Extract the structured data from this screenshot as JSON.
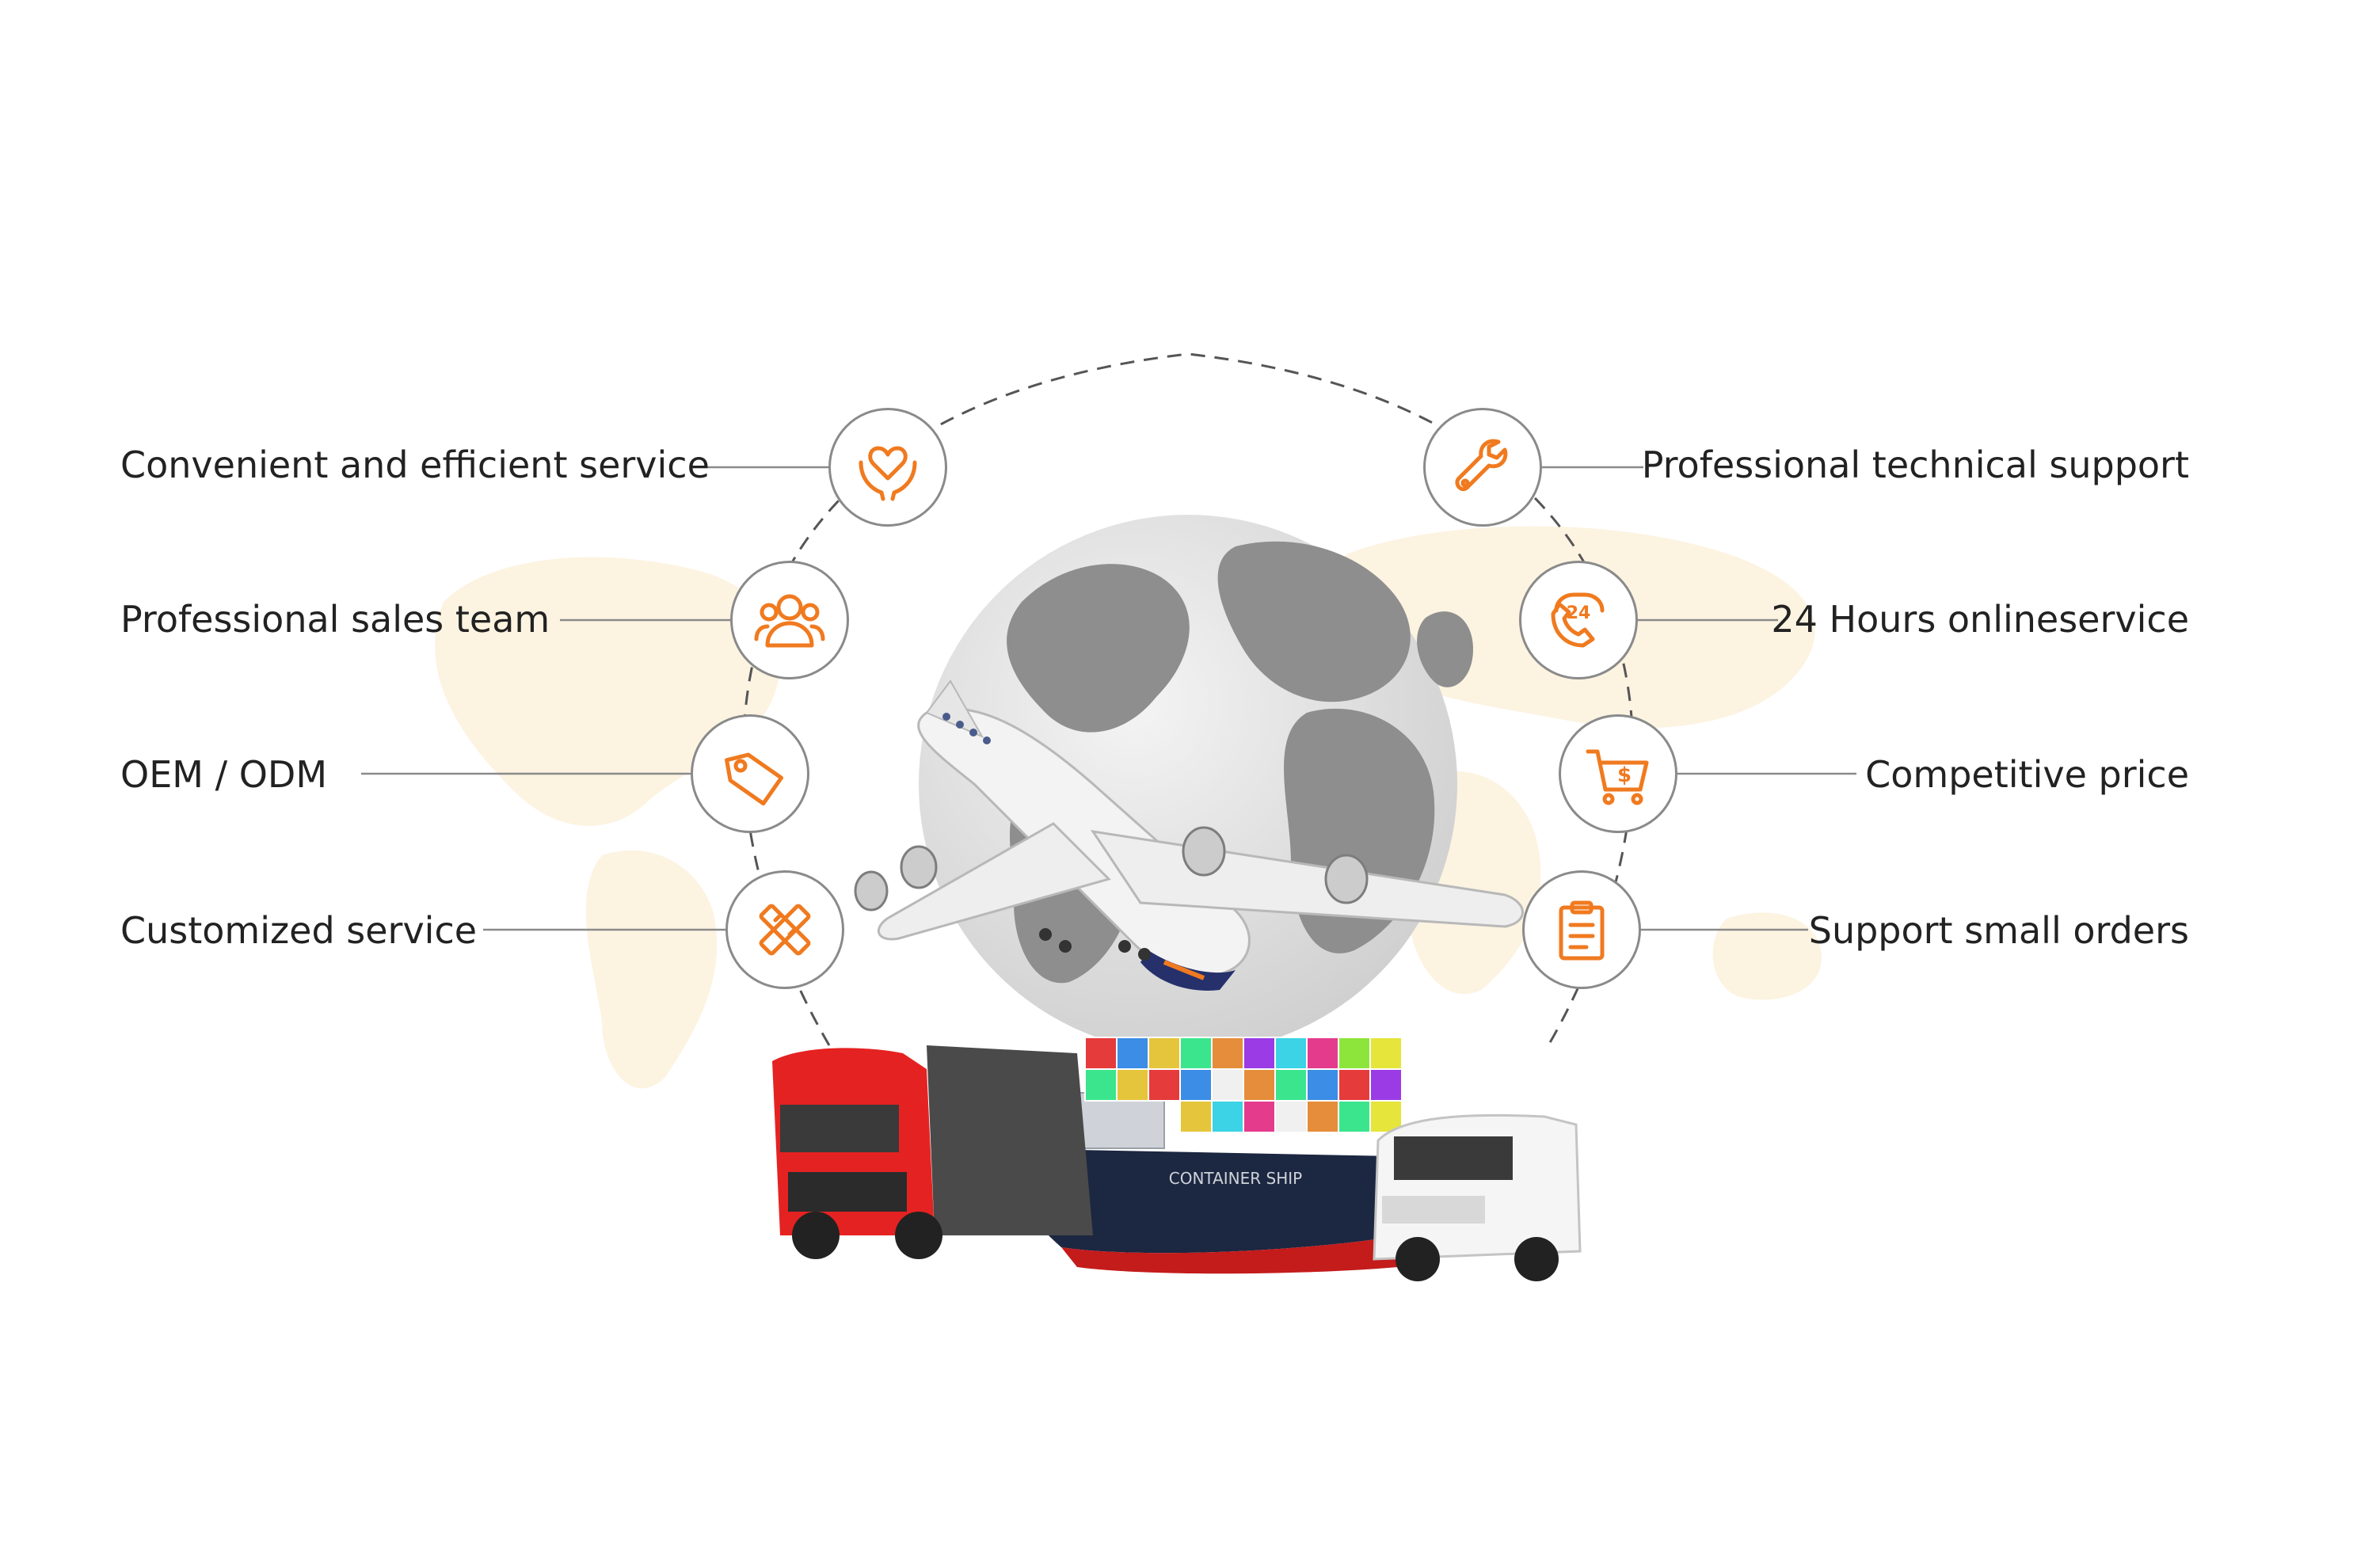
{
  "accent_color": "#f07a1f",
  "services_left": [
    {
      "label": "Convenient and efficient service",
      "icon": "heart-hands-icon"
    },
    {
      "label": "Professional sales team",
      "icon": "team-icon"
    },
    {
      "label": "OEM / ODM",
      "icon": "tag-icon"
    },
    {
      "label": "Customized service",
      "icon": "ruler-pencil-icon"
    }
  ],
  "services_right": [
    {
      "label": "Professional technical support",
      "icon": "wrench-icon"
    },
    {
      "label": "24 Hours onlineservice",
      "icon": "phone-24-icon"
    },
    {
      "label": "Competitive price",
      "icon": "cart-dollar-icon"
    },
    {
      "label": "Support small orders",
      "icon": "clipboard-icon"
    }
  ],
  "illustration": {
    "subjects": [
      "globe",
      "airplane",
      "container-ship",
      "truck",
      "van"
    ],
    "ship_name": "CONTAINER SHIP"
  }
}
